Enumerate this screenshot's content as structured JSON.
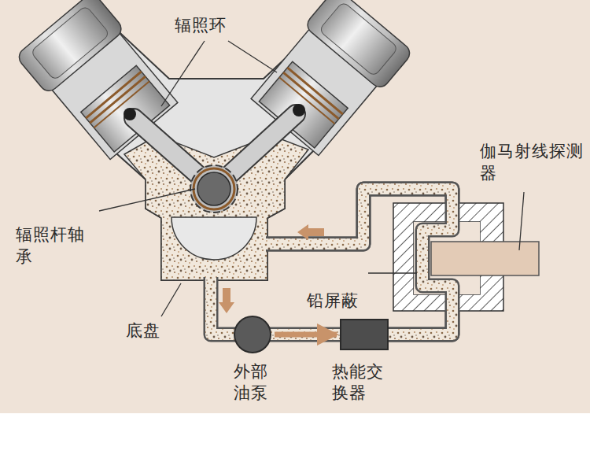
{
  "diagram": {
    "nodes": [
      {
        "text": [
          "外部油泵"
        ]
      },
      {
        "text": [
          "热能交换器"
        ]
      }
    ],
    "edges": [
      {
        "from": 0,
        "to": 1,
        "arrow": "to"
      }
    ],
    "labels": [
      "辐照环",
      "辐照杆轴承",
      "底盘",
      "铅屏蔽",
      "伽马射线探测器"
    ]
  }
}
